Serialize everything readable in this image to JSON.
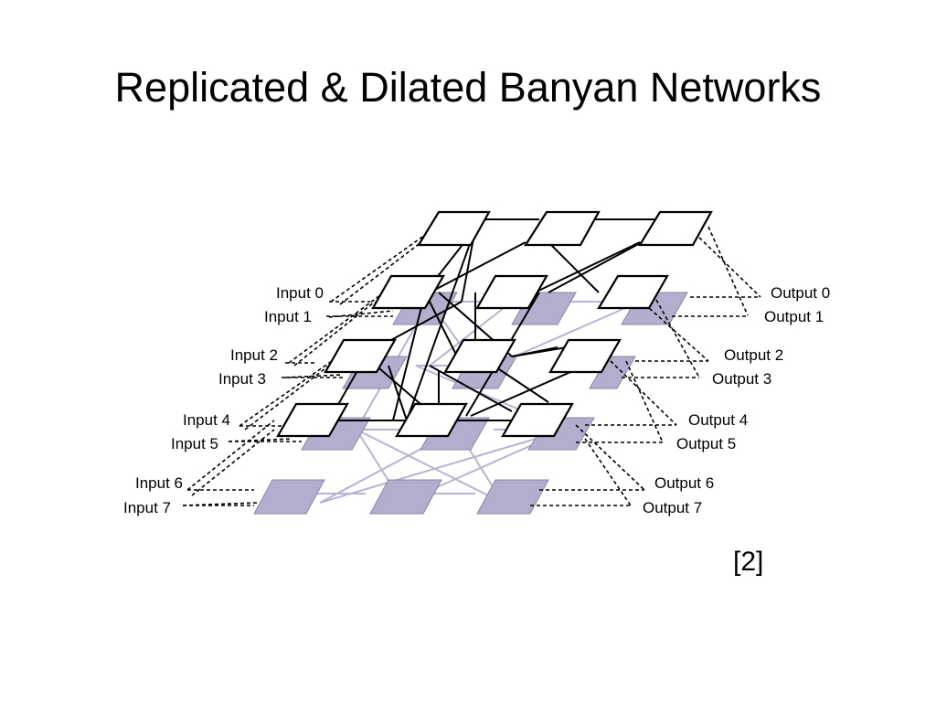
{
  "slide": {
    "title": "Replicated & Dilated Banyan Networks",
    "citation": "[2]"
  },
  "diagram": {
    "inputs": [
      "Input 0",
      "Input 1",
      "Input 2",
      "Input 3",
      "Input 4",
      "Input 5",
      "Input 6",
      "Input 7"
    ],
    "outputs": [
      "Output 0",
      "Output 1",
      "Output 2",
      "Output 3",
      "Output 4",
      "Output 5",
      "Output 6",
      "Output 7"
    ],
    "colors": {
      "front_plane_switch": "#ffffff",
      "back_plane_switch": "#b3aecd",
      "back_plane_link": "#b8b3d3",
      "front_plane_link": "#000000"
    }
  }
}
